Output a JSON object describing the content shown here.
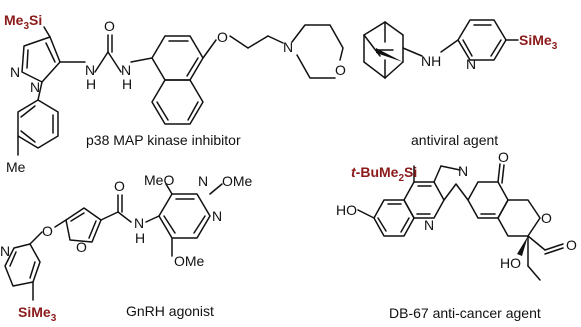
{
  "colors": {
    "bond": "#111111",
    "silyl": "#8b1a1a",
    "background": "#ffffff"
  },
  "molecules": {
    "p38": {
      "caption": "p38 MAP kinase inhibitor",
      "silyl_main": "Me",
      "silyl_sub": "3",
      "silyl_tail": "Si",
      "n1": "N",
      "n2": "N",
      "nh1": "N",
      "nh1_h": "H",
      "nh2": "N",
      "nh2_h": "H",
      "o_carbonyl": "O",
      "o_ether": "O",
      "n_morph": "N",
      "o_morph": "O",
      "me": "Me"
    },
    "antiviral": {
      "caption": "antiviral agent",
      "nh": "NH",
      "n_pyr": "N",
      "silyl": "SiMe",
      "silyl_sub": "3"
    },
    "gnrh": {
      "caption": "GnRH agonist",
      "meo": "MeO",
      "ome2": "OMe",
      "ome3": "OMe",
      "n_a": "N",
      "n_b": "N",
      "nh": "N",
      "nh_h": "H",
      "o_carbonyl": "O",
      "o_furan": "O",
      "o_link": "O",
      "n_pyr": "N",
      "silyl": "SiMe",
      "silyl_sub": "3"
    },
    "db67": {
      "caption": "DB-67 anti-cancer agent",
      "silyl_prefix": "t",
      "silyl_rest": "-BuMe",
      "silyl_sub": "2",
      "silyl_tail": "Si",
      "ho_left": "HO",
      "n_quin": "N",
      "n_lac": "N",
      "o_keto": "O",
      "o_ring": "O",
      "ho_ring": "HO",
      "o_ester": "O"
    }
  }
}
